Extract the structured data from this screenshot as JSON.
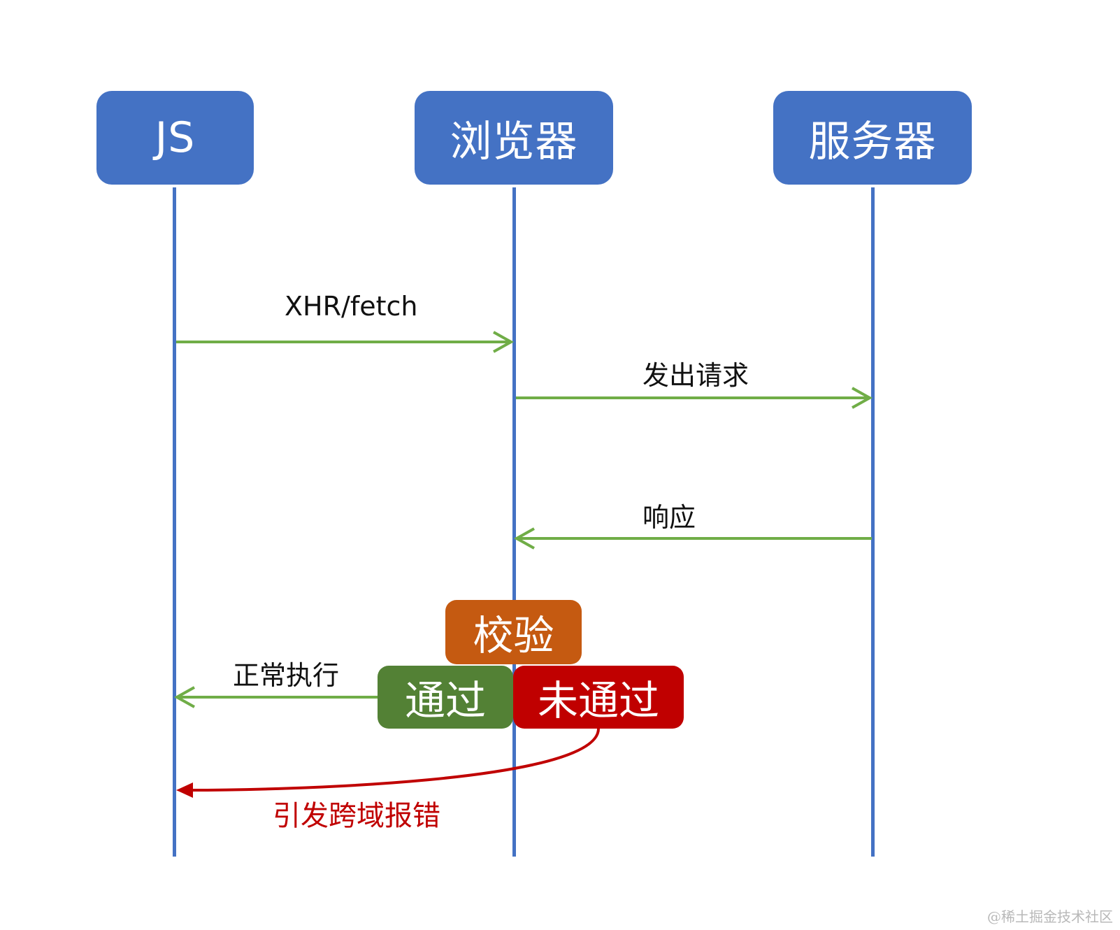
{
  "colors": {
    "actor_fill": "#4472C4",
    "lifeline": "#4472C4",
    "message_arrow": "#70AD47",
    "check_fill": "#C55A11",
    "pass_fill": "#538135",
    "fail_fill": "#C00000",
    "error_text": "#C00000"
  },
  "actors": [
    {
      "id": "js",
      "label": "JS"
    },
    {
      "id": "browser",
      "label": "浏览器"
    },
    {
      "id": "server",
      "label": "服务器"
    }
  ],
  "messages": [
    {
      "label": "XHR/fetch",
      "from": "js",
      "to": "browser"
    },
    {
      "label": "发出请求",
      "from": "browser",
      "to": "server"
    },
    {
      "label": "响应",
      "from": "server",
      "to": "browser"
    },
    {
      "label": "正常执行",
      "from": "browser",
      "to": "js"
    }
  ],
  "check": {
    "label": "校验",
    "pass_label": "通过",
    "fail_label": "未通过"
  },
  "error": {
    "label": "引发跨域报错",
    "from": "browser",
    "to": "js"
  },
  "watermark": "@稀土掘金技术社区"
}
